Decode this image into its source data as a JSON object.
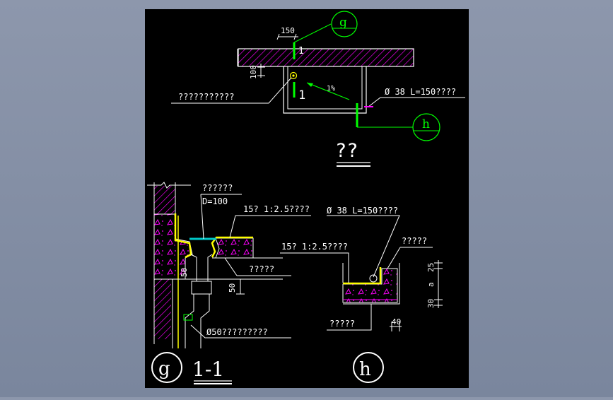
{
  "colors": {
    "canvas": "#000000",
    "frame_bg": "#7f8ba2",
    "white": "#ffffff",
    "green": "#00ff00",
    "yellow": "#ffff00",
    "magenta": "#ff00ff",
    "cyan": "#00c8c8"
  },
  "plan": {
    "dim_150": "150",
    "dim_100": "100",
    "section_mark_top": "1",
    "section_mark_bottom": "1",
    "slope": "1%",
    "drain_label": "???????????",
    "pipe_label": "Ø 38  L=150????",
    "caption": "??"
  },
  "bubbles": {
    "g_top": "g",
    "h_right": "h",
    "g_bottom": "g",
    "h_bottom": "h"
  },
  "section": {
    "drain_name": "??????",
    "drain_dia": "D=100",
    "mortar_label": "15? 1:2.5????",
    "layer_label": "?????",
    "dim_50_v": "50",
    "dim_50_h": "50",
    "pipe_label": "Ø50?????????",
    "title": "1-1"
  },
  "detail_h": {
    "pipe_label": "Ø 38  L=150????",
    "mortar_label": "15? 1:2.5????",
    "top_label": "?????",
    "bottom_label": "?????",
    "dim_25": "25",
    "dim_a": "a",
    "dim_30": "30",
    "dim_40": "40"
  }
}
